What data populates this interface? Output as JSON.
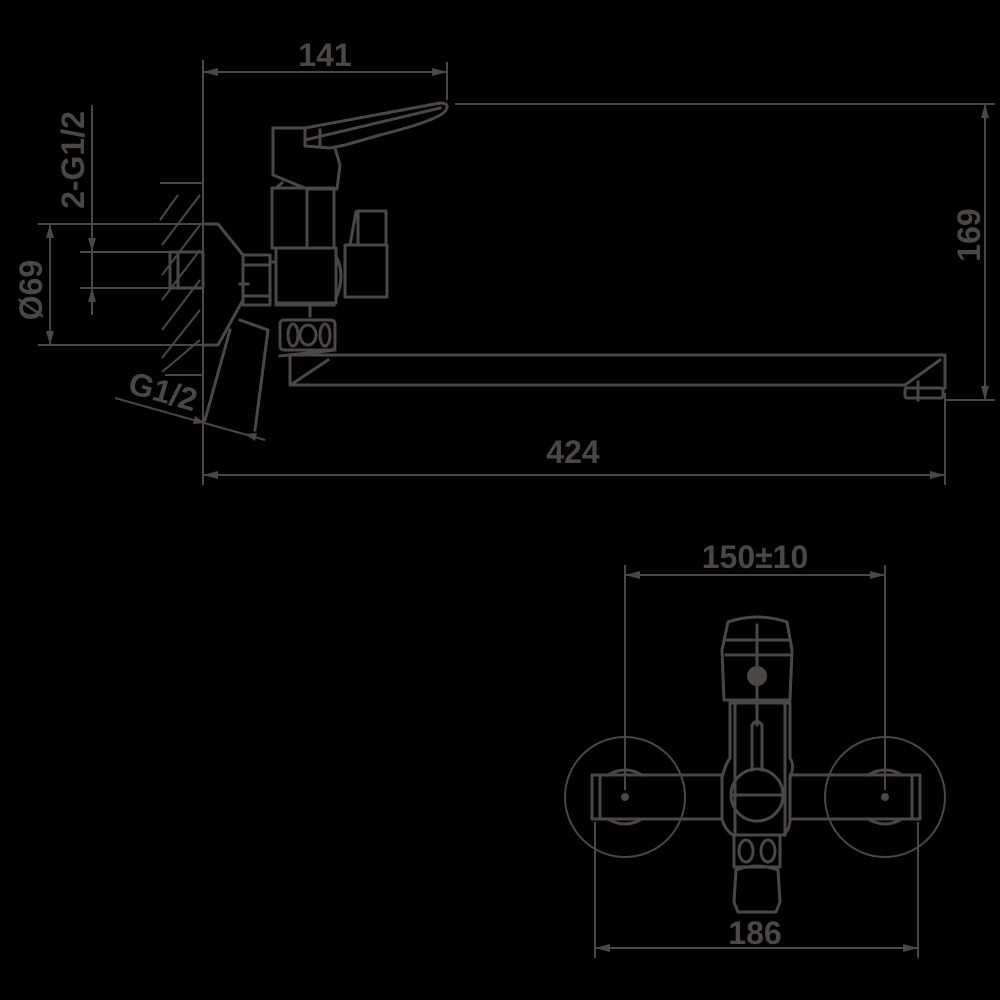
{
  "drawing": {
    "subject": "Wall-mounted single-lever bath/shower mixer",
    "line_color": "#4b4745",
    "background": "#000000",
    "side_view": {
      "dimensions": {
        "lever_reach": "141",
        "height": "169",
        "overall_length": "424",
        "flange_diameter": "Ø69",
        "inlet_thread_pair": "2-G1/2",
        "shower_outlet_thread": "G1/2"
      }
    },
    "front_view": {
      "dimensions": {
        "inlet_spacing": "150±10",
        "overall_width": "186"
      }
    }
  }
}
